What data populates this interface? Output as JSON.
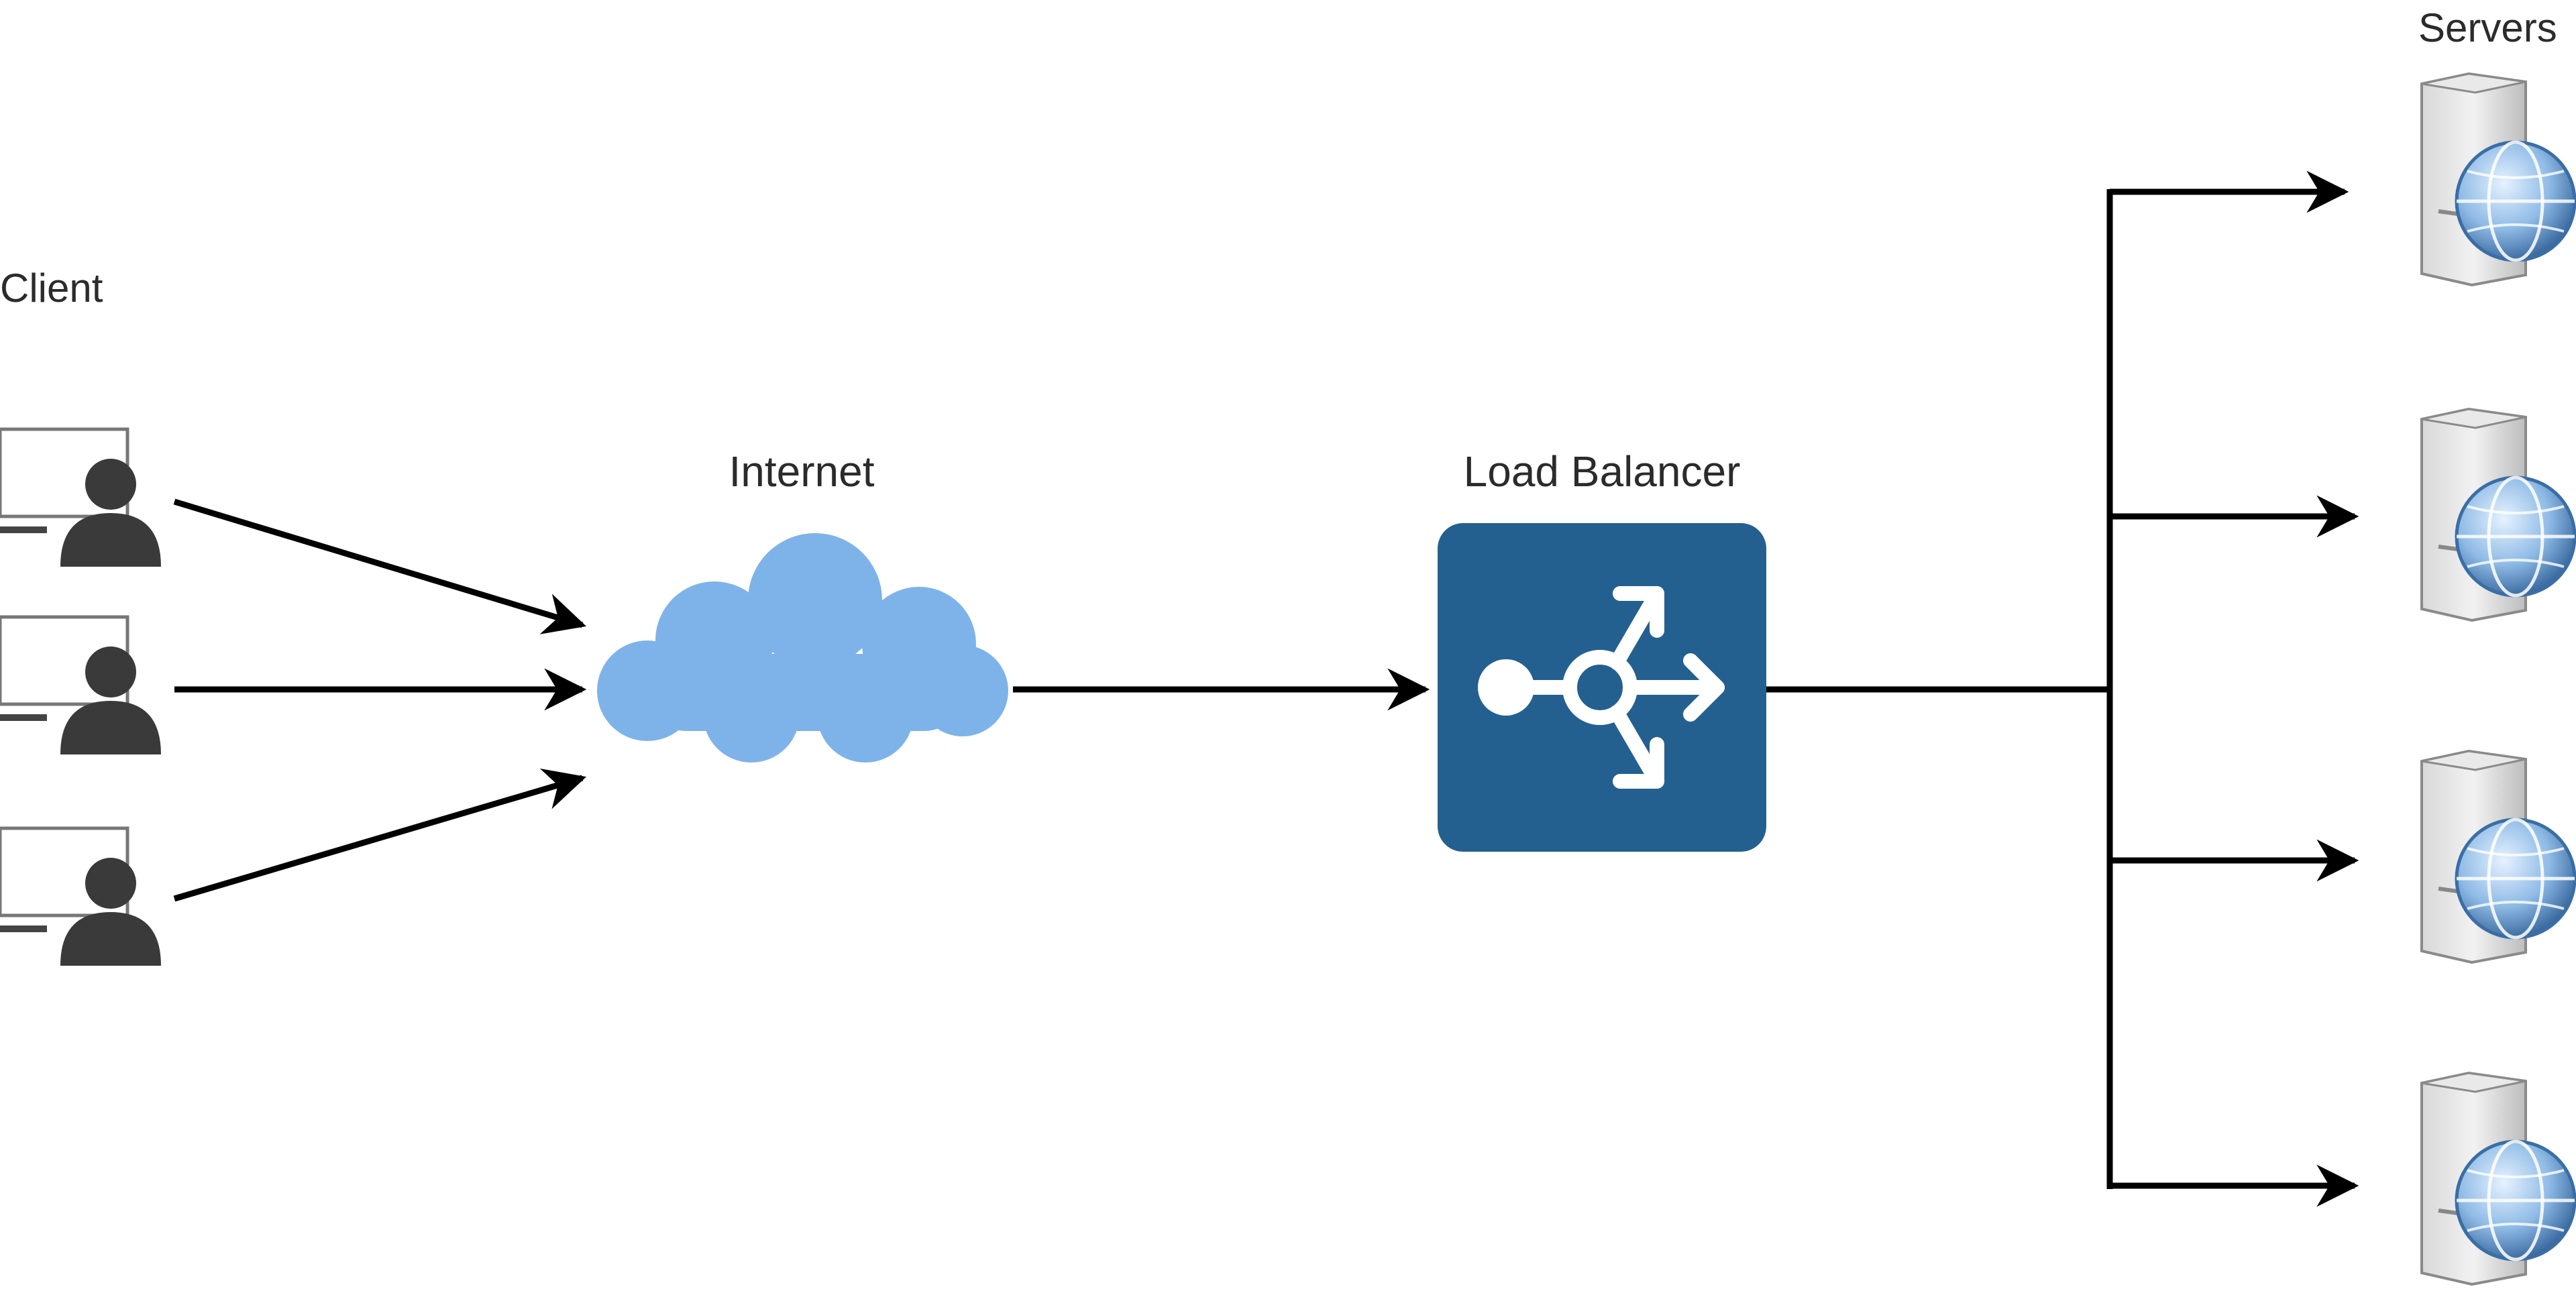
{
  "labels": {
    "client": "Client",
    "internet": "Internet",
    "load_balancer": "Load Balancer",
    "servers": "Servers"
  },
  "icons": {
    "client": "user-computer-icon",
    "internet": "cloud-icon",
    "load_balancer": "load-balancer-icon",
    "server": "web-server-icon"
  },
  "colors": {
    "cloud": "#7eb3ea",
    "load_balancer": "#24608f",
    "arrow": "#000000",
    "label": "#2b2b2b"
  }
}
